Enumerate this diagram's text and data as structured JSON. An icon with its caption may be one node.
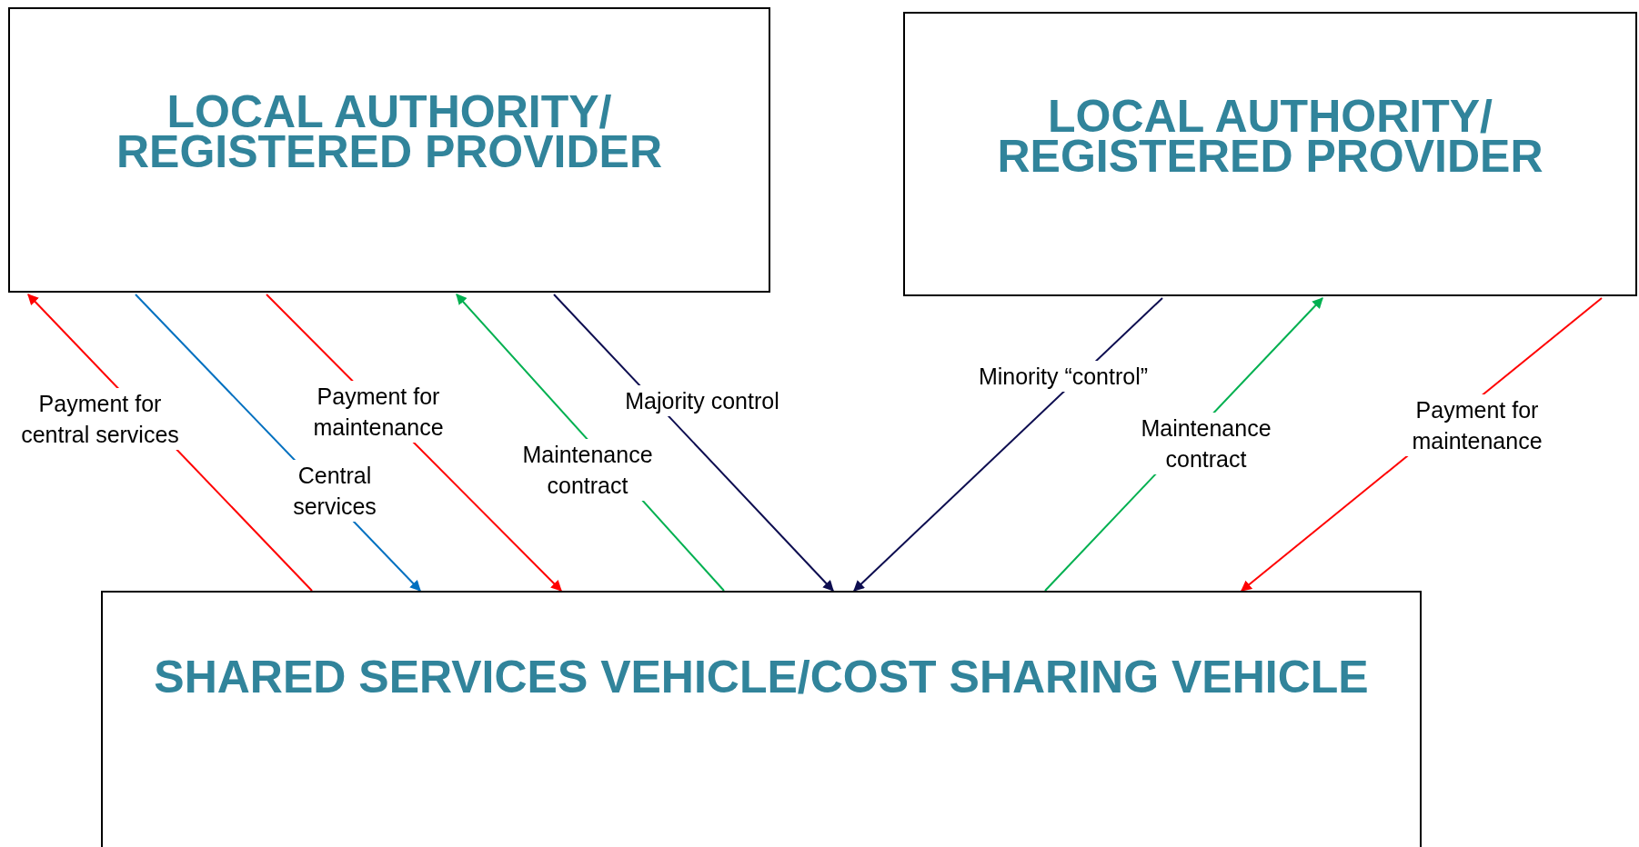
{
  "diagram": {
    "nodes": [
      {
        "text": [
          "LOCAL AUTHORITY/ REGISTERED PROVIDER"
        ]
      },
      {
        "text": [
          "LOCAL AUTHORITY/ REGISTERED PROVIDER"
        ]
      },
      {
        "text": [
          "SHARED SERVICES VEHICLE/COST SHARING VEHICLE"
        ]
      }
    ],
    "edges": [
      {
        "from": 2,
        "to": 0,
        "arrow": "to",
        "label": "Payment for central services",
        "color": "#ff0000"
      },
      {
        "from": 0,
        "to": 2,
        "arrow": "to",
        "label": "Central services",
        "color": "#0070c0"
      },
      {
        "from": 0,
        "to": 2,
        "arrow": "to",
        "label": "Payment for maintenance",
        "color": "#ff0000"
      },
      {
        "from": 2,
        "to": 0,
        "arrow": "to",
        "label": "Maintenance contract",
        "color": "#00b050"
      },
      {
        "from": 0,
        "to": 2,
        "arrow": "to",
        "label": "Majority control",
        "color": "#0d0d50"
      },
      {
        "from": 1,
        "to": 2,
        "arrow": "to",
        "label": "Minority “control”",
        "color": "#0d0d50"
      },
      {
        "from": 2,
        "to": 1,
        "arrow": "to",
        "label": "Maintenance contract",
        "color": "#00b050"
      },
      {
        "from": 1,
        "to": 2,
        "arrow": "to",
        "label": "Payment for maintenance",
        "color": "#ff0000"
      }
    ]
  }
}
